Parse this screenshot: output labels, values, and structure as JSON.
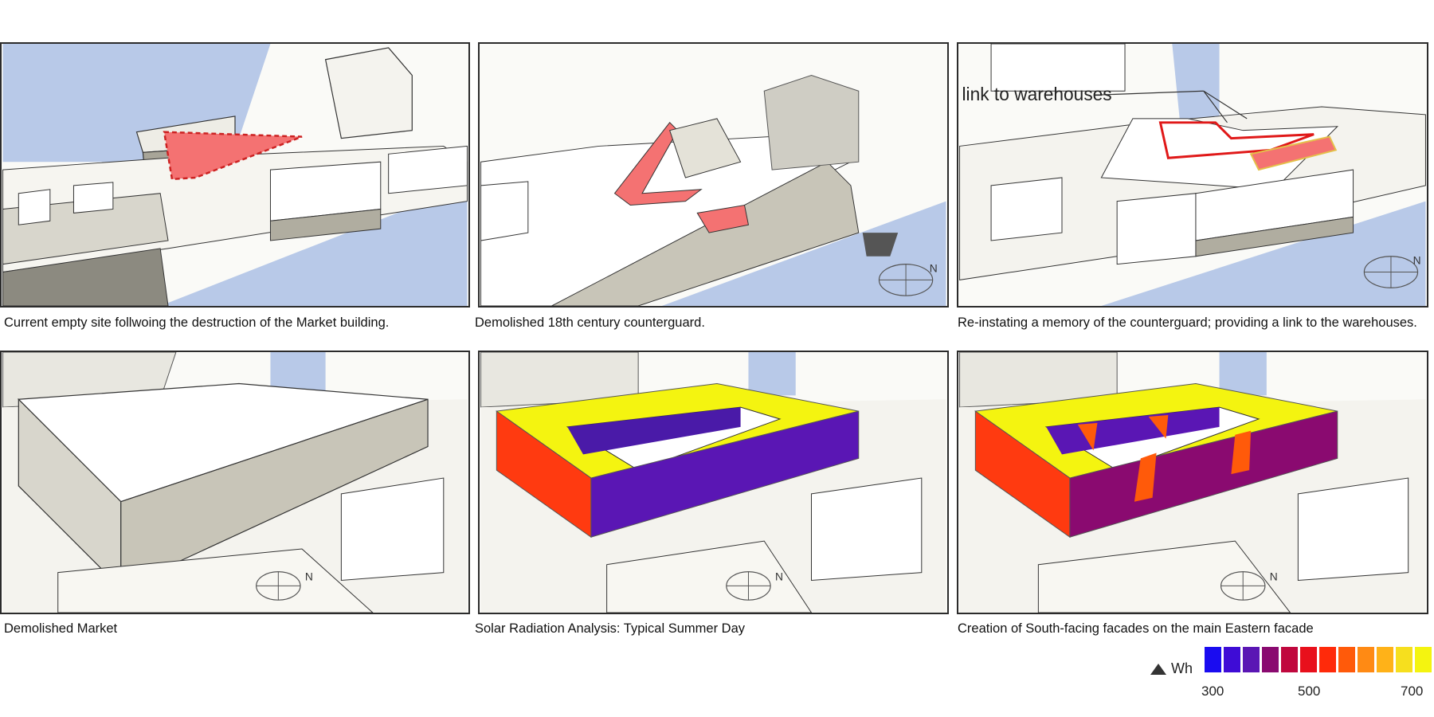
{
  "panels": [
    {
      "caption": "Current empty site follwoing the destruction of the Market building."
    },
    {
      "caption": "Demolished 18th century counterguard."
    },
    {
      "caption": "Re-instating a memory of the counterguard; providing a link to the warehouses.",
      "annotation": "link to warehouses"
    },
    {
      "caption": "Demolished Market"
    },
    {
      "caption": "Solar Radiation Analysis: Typical Summer Day"
    },
    {
      "caption": "Creation of South-facing facades on the main Eastern facade"
    }
  ],
  "north_arrow_label": "N",
  "legend": {
    "unit": "Wh",
    "ticks": [
      "300",
      "500",
      "700"
    ],
    "colors": [
      "#1a0cf0",
      "#3e0cd6",
      "#5a16b4",
      "#8a0a70",
      "#c0083e",
      "#e8101c",
      "#ff2a0a",
      "#ff5a0a",
      "#ff8a14",
      "#ffb218",
      "#f6df1e",
      "#f4f410"
    ]
  },
  "colors": {
    "water": "#b8c9e8",
    "highlight": "#f47272",
    "building": "#ffffff",
    "shadow": "#b0ada0",
    "solar_high": "#f4f410",
    "solar_mid": "#ff3a10",
    "solar_low": "#5a16b4"
  }
}
